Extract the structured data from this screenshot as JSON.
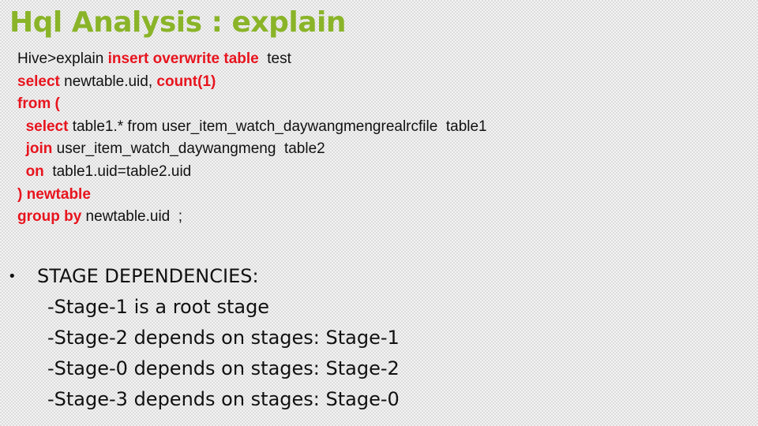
{
  "slide": {
    "title": "Hql Analysis : explain"
  },
  "code_lines": [
    [
      {
        "text": "Hive>explain ",
        "kw": false
      },
      {
        "text": "insert overwrite table ",
        "kw": true
      },
      {
        "text": " test",
        "kw": false
      }
    ],
    [
      {
        "text": "select",
        "kw": true
      },
      {
        "text": " newtable.uid, ",
        "kw": false
      },
      {
        "text": "count(1)",
        "kw": true
      }
    ],
    [
      {
        "text": "from (",
        "kw": true
      }
    ],
    [
      {
        "text": "  ",
        "kw": false
      },
      {
        "text": "select",
        "kw": true
      },
      {
        "text": " table1.* from user_item_watch_daywangmengrealrcfile  table1",
        "kw": false
      }
    ],
    [
      {
        "text": "  ",
        "kw": false
      },
      {
        "text": "join",
        "kw": true
      },
      {
        "text": " user_item_watch_daywangmeng  table2",
        "kw": false
      }
    ],
    [
      {
        "text": "  ",
        "kw": false
      },
      {
        "text": "on",
        "kw": true
      },
      {
        "text": "  table1.uid=table2.uid",
        "kw": false
      }
    ],
    [
      {
        "text": ") newtable",
        "kw": true
      }
    ],
    [
      {
        "text": "group by",
        "kw": true
      },
      {
        "text": " newtable.uid  ;",
        "kw": false
      }
    ]
  ],
  "stages": {
    "bullet": "•",
    "heading": "STAGE DEPENDENCIES:",
    "lines": [
      "-Stage-1 is a root stage",
      "-Stage-2 depends on stages: Stage-1",
      "-Stage-0 depends on stages: Stage-2",
      "-Stage-3 depends on stages: Stage-0"
    ]
  },
  "colors": {
    "title": "#8ab428",
    "keyword": "#e8141e",
    "text": "#111111"
  }
}
